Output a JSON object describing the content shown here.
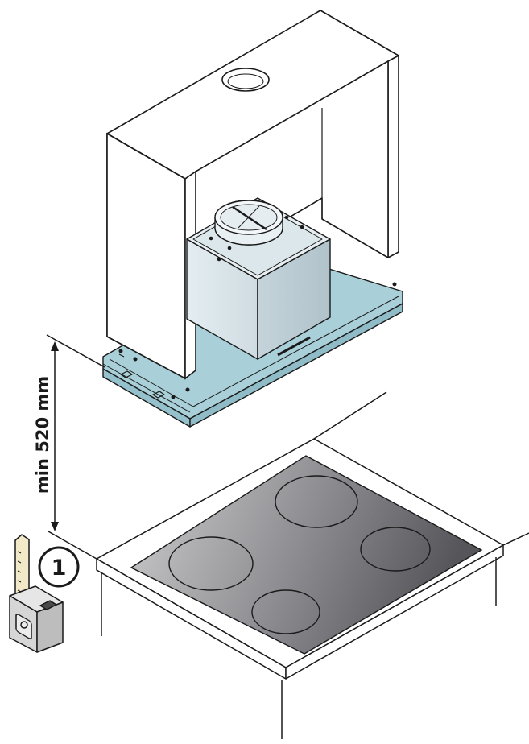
{
  "dimension": {
    "label": "min 520 mm"
  },
  "step": {
    "number": "1"
  },
  "colors": {
    "outline": "#1a1a1a",
    "hood_blue": "#a9cfd8",
    "hood_blue_dark": "#8fbcc7",
    "motor_light": "#dfe9ee",
    "motor_mid": "#c9d7de",
    "motor_dark": "#b3c4cc",
    "cooktop_light": "#c9c9cb",
    "cooktop_dark": "#5c5c60",
    "tape_body": "#d9d9d9",
    "tape_strip": "#f2e9c8"
  },
  "icons": {
    "measuring_tape": "tape-measure-icon",
    "step_badge": "step-number-badge"
  }
}
